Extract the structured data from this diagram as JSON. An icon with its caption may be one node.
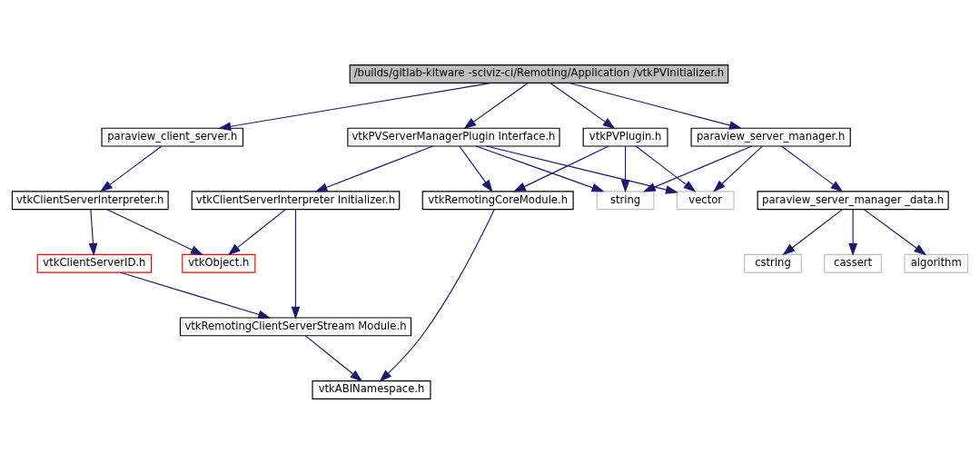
{
  "diagram": {
    "nodes": [
      {
        "text": [
          "/builds/gitlab-kitware -sciviz-ci/Remoting/Application /vtkPVInitializer.h"
        ]
      },
      {
        "text": [
          "paraview_client_server.h"
        ]
      },
      {
        "text": [
          "vtkPVServerManagerPlugin Interface.h"
        ]
      },
      {
        "text": [
          "vtkPVPlugin.h"
        ]
      },
      {
        "text": [
          "paraview_server_manager.h"
        ]
      },
      {
        "text": [
          "vtkClientServerInterpreter.h"
        ]
      },
      {
        "text": [
          "vtkClientServerInterpreter Initializer.h"
        ]
      },
      {
        "text": [
          "vtkRemotingCoreModule.h"
        ]
      },
      {
        "text": [
          "string"
        ]
      },
      {
        "text": [
          "vector"
        ]
      },
      {
        "text": [
          "paraview_server_manager _data.h"
        ]
      },
      {
        "text": [
          "vtkClientServerID.h"
        ]
      },
      {
        "text": [
          "vtkObject.h"
        ]
      },
      {
        "text": [
          "cstring"
        ]
      },
      {
        "text": [
          "cassert"
        ]
      },
      {
        "text": [
          "algorithm"
        ]
      },
      {
        "text": [
          "vtkRemotingClientServerStream Module.h"
        ]
      },
      {
        "text": [
          "vtkABINamespace.h"
        ]
      }
    ],
    "edges": [
      {
        "from": 0,
        "to": 1,
        "arrow": "to"
      },
      {
        "from": 0,
        "to": 2,
        "arrow": "to"
      },
      {
        "from": 0,
        "to": 3,
        "arrow": "to"
      },
      {
        "from": 0,
        "to": 4,
        "arrow": "to"
      },
      {
        "from": 1,
        "to": 5,
        "arrow": "to"
      },
      {
        "from": 2,
        "to": 6,
        "arrow": "to"
      },
      {
        "from": 2,
        "to": 7,
        "arrow": "to"
      },
      {
        "from": 2,
        "to": 8,
        "arrow": "to"
      },
      {
        "from": 2,
        "to": 9,
        "arrow": "to"
      },
      {
        "from": 3,
        "to": 7,
        "arrow": "to"
      },
      {
        "from": 3,
        "to": 8,
        "arrow": "to"
      },
      {
        "from": 3,
        "to": 9,
        "arrow": "to"
      },
      {
        "from": 4,
        "to": 8,
        "arrow": "to"
      },
      {
        "from": 4,
        "to": 9,
        "arrow": "to"
      },
      {
        "from": 4,
        "to": 10,
        "arrow": "to"
      },
      {
        "from": 5,
        "to": 11,
        "arrow": "to"
      },
      {
        "from": 5,
        "to": 12,
        "arrow": "to"
      },
      {
        "from": 6,
        "to": 12,
        "arrow": "to"
      },
      {
        "from": 6,
        "to": 16,
        "arrow": "to"
      },
      {
        "from": 7,
        "to": 17,
        "arrow": "to"
      },
      {
        "from": 10,
        "to": 13,
        "arrow": "to"
      },
      {
        "from": 10,
        "to": 14,
        "arrow": "to"
      },
      {
        "from": 10,
        "to": 15,
        "arrow": "to"
      },
      {
        "from": 11,
        "to": 16,
        "arrow": "to"
      },
      {
        "from": 16,
        "to": 17,
        "arrow": "to"
      }
    ]
  }
}
